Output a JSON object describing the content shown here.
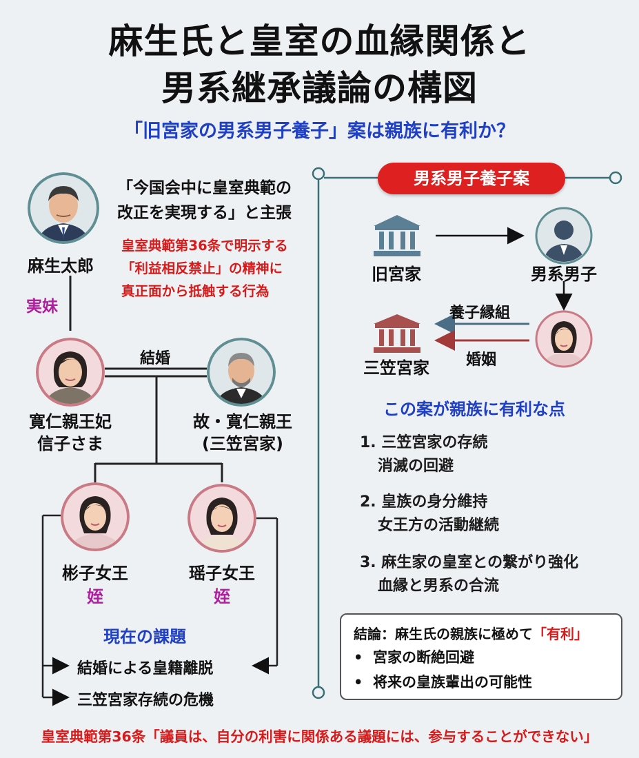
{
  "header": {
    "title_line1": "麻生氏と皇室の血縁関係と",
    "title_line2": "男系継承議論の構図",
    "subtitle": "「旧宮家の男系男子養子」案は親族に有利か？"
  },
  "left": {
    "aso": {
      "name": "麻生太郎",
      "quote_line1": "「今国会中に皇室典範の",
      "quote_line2": "改正を実現する」と主張",
      "red_line1": "皇室典範第36条で明示する",
      "red_line2": "「利益相反禁止」の精神に",
      "red_line3": "真正面から抵触する行為"
    },
    "sister_label": "実妹",
    "marriage_label": "結婚",
    "nobuko": {
      "name_line1": "寛仁親王妃",
      "name_line2": "信子さま"
    },
    "tomohito": {
      "name_line1": "故・寛仁親王",
      "name_line2": "(三笠宮家)"
    },
    "akiko": {
      "name": "彬子女王",
      "relation": "姪"
    },
    "yoko": {
      "name": "瑶子女王",
      "relation": "姪"
    },
    "issues": {
      "heading": "現在の課題",
      "items": [
        "結婚による皇籍離脱",
        "三笠宮家存続の危機"
      ]
    }
  },
  "right": {
    "pill_label": "男系男子養子案",
    "kyumiyake": "旧宮家",
    "danke_danshi": "男系男子",
    "mikasa": "三笠宮家",
    "adoption_label": "養子縁組",
    "marriage_label": "婚姻",
    "advantages": {
      "heading": "この案が親族に有利な点",
      "items": [
        {
          "line1": "1. 三笠宮家の存続",
          "line2": "消滅の回避"
        },
        {
          "line1": "2. 皇族の身分維持",
          "line2": "女王方の活動継続"
        },
        {
          "line1": "3. 麻生家の皇室との繋がり強化",
          "line2": "血縁と男系の合流"
        }
      ]
    },
    "conclusion": {
      "title_prefix": "結論：麻生氏の親族に極めて",
      "title_highlight": "「有利」",
      "items": [
        "宮家の断絶回避",
        "将来の皇族輩出の可能性"
      ]
    }
  },
  "footer_note": "皇室典範第36条「議員は、自分の利害に関係ある議題には、参与することができない」",
  "colors": {
    "title_blue": "#1f3fc4",
    "alert_red": "#d71a1a",
    "relation_magenta": "#b01f9e",
    "divider_teal": "#3a6f78",
    "avatar_ring_pink": "#c97a85",
    "avatar_ring_teal": "#5f8f93",
    "arrow_blue": "#4b6e86",
    "arrow_red": "#a33a3a"
  }
}
